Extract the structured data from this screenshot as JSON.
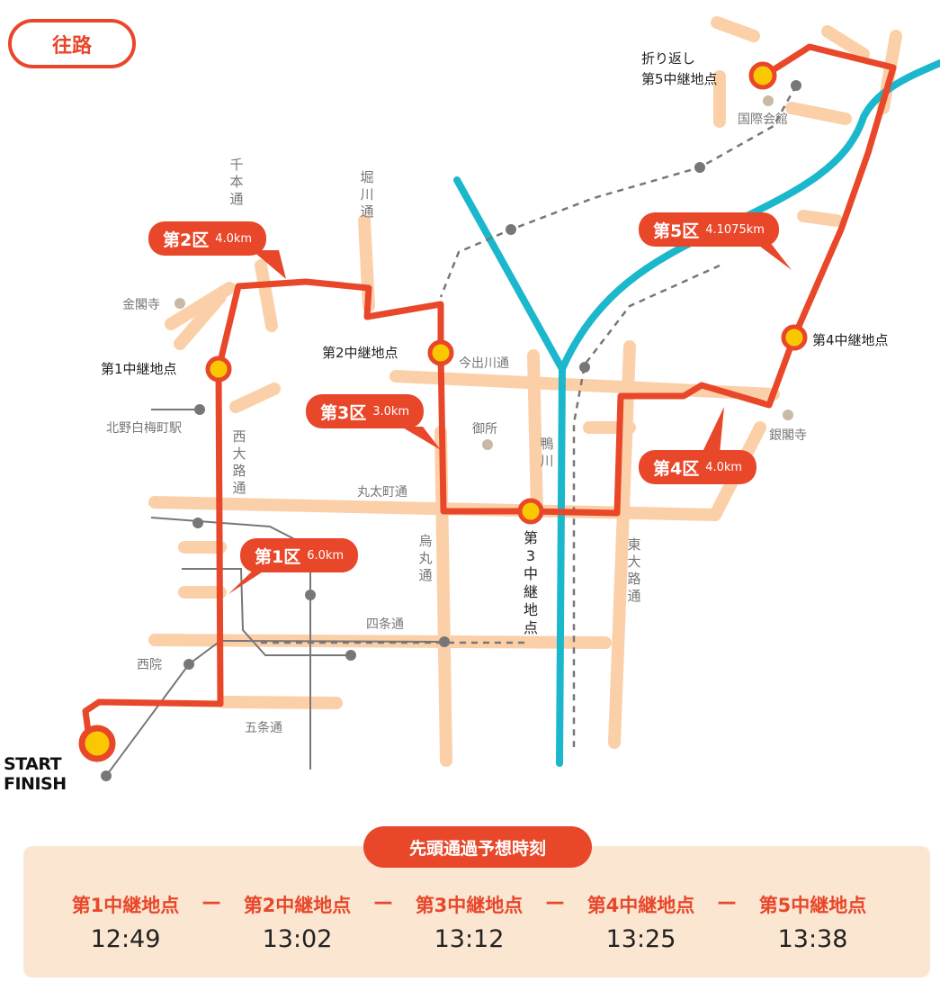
{
  "direction_label": "往路",
  "sections": [
    {
      "name": "第1区",
      "distance": "6.0km"
    },
    {
      "name": "第2区",
      "distance": "4.0km"
    },
    {
      "name": "第3区",
      "distance": "3.0km"
    },
    {
      "name": "第4区",
      "distance": "4.0km"
    },
    {
      "name": "第5区",
      "distance": "4.1075km"
    }
  ],
  "relay_points": {
    "p1": "第1中継地点",
    "p2": "第2中継地点",
    "p3": "第3中継地点",
    "p4": "第4中継地点",
    "p5_turn": "折り返し",
    "p5": "第5中継地点"
  },
  "start_finish": {
    "start": "START",
    "finish": "FINISH"
  },
  "landmarks": {
    "kinkakuji": "金閣寺",
    "kitano": "北野白梅町駅",
    "gosho": "御所",
    "ginkakuji": "銀閣寺",
    "kokusai": "国際会館",
    "saiin": "西院"
  },
  "streets": {
    "senbon": "千本通",
    "horikawa": "堀川通",
    "nishioji": "西大路通",
    "imadegawa": "今出川通",
    "kamogawa": "鴨川",
    "marutamachi": "丸太町通",
    "karasuma": "烏丸通",
    "higashioji": "東大路通",
    "shijo": "四条通",
    "gojo": "五条通"
  },
  "schedule": {
    "title": "先頭通過予想時刻",
    "separator": "—",
    "items": [
      {
        "point": "第1中継地点",
        "time": "12:49"
      },
      {
        "point": "第2中継地点",
        "time": "13:02"
      },
      {
        "point": "第3中継地点",
        "time": "13:12"
      },
      {
        "point": "第4中継地点",
        "time": "13:25"
      },
      {
        "point": "第5中継地点",
        "time": "13:38"
      }
    ]
  },
  "colors": {
    "route": "#e8472a",
    "road": "#fbd0a8",
    "river": "#1bb7cc",
    "rail": "#777777",
    "marker_fill": "#f9c800"
  }
}
